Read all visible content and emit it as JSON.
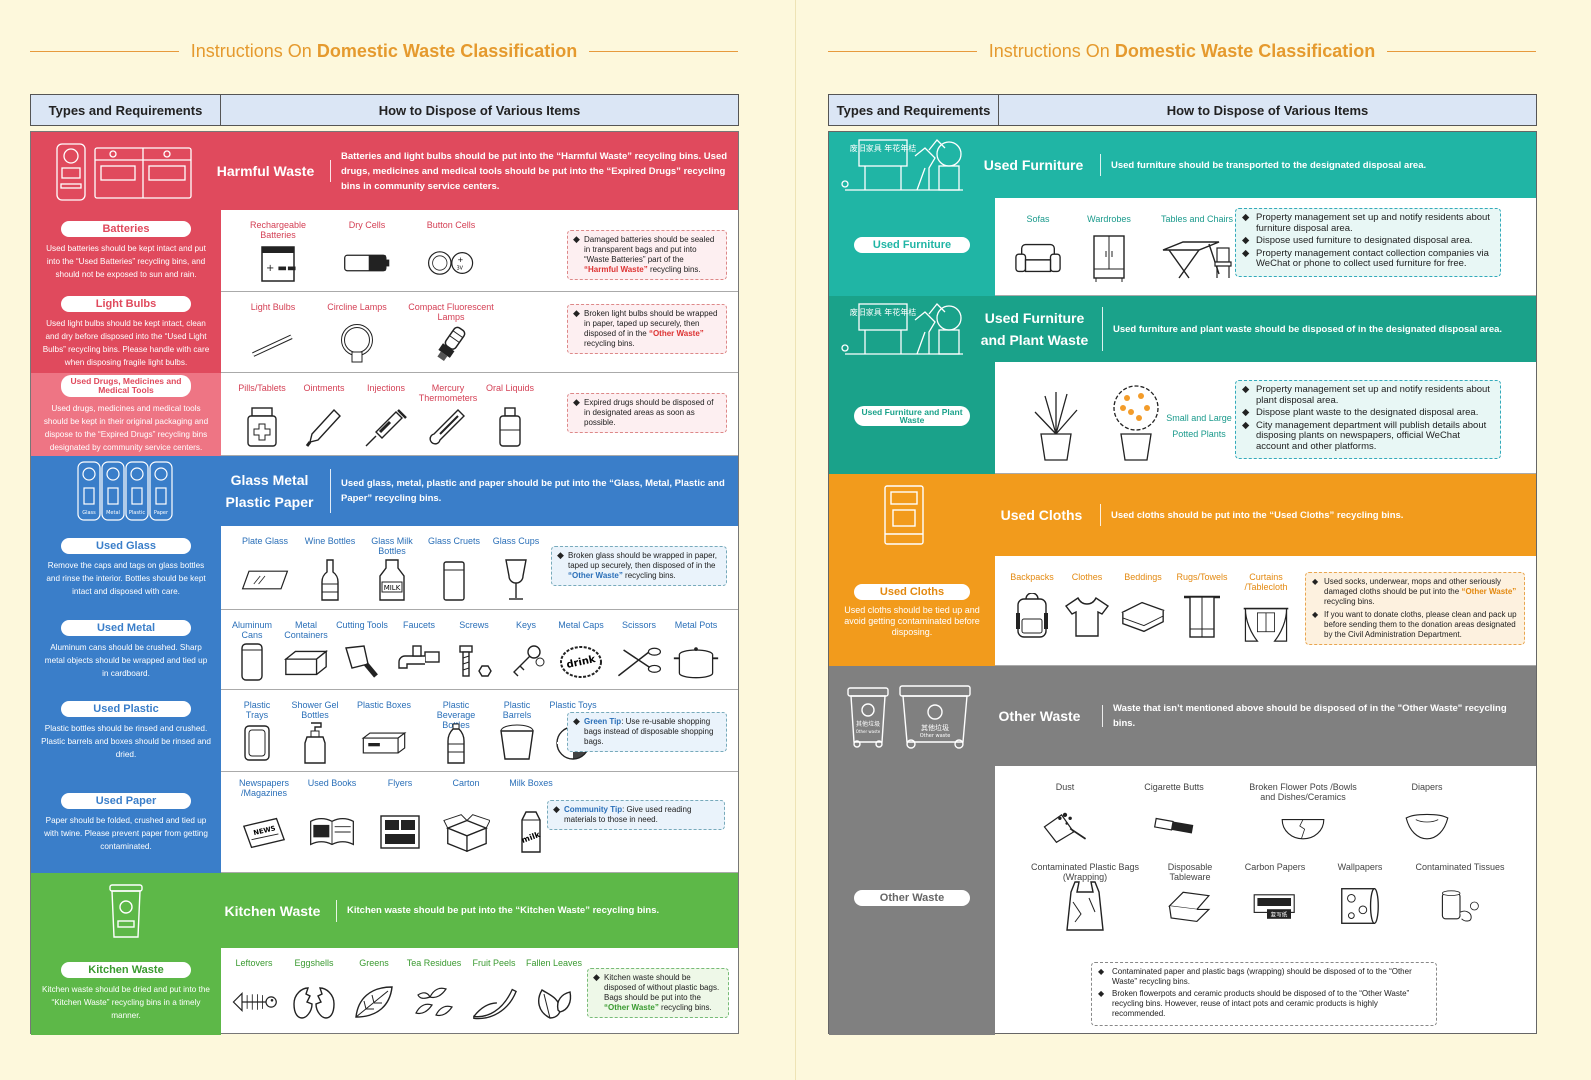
{
  "title": {
    "prefix": "Instructions On ",
    "bold": "Domestic Waste Classification"
  },
  "header": {
    "col1": "Types and Requirements",
    "col2": "How to Dispose of Various Items"
  },
  "left": {
    "harmful": {
      "name": "Harmful Waste",
      "desc": "Batteries and light bulbs should be put into the “Harmful Waste” recycling bins. Used drugs, medicines and medical tools should be put into the “Expired Drugs” recycling bins in community service centers.",
      "color": "#e04a5d"
    },
    "batteries": {
      "pill": "Batteries",
      "text": "Used batteries should be kept intact and put into the “Used Batteries” recycling bins, and should not be exposed to sun and rain.",
      "items": [
        "Rechargeable Batteries",
        "Dry Cells",
        "Button Cells"
      ],
      "note_a": "Damaged batteries should be sealed in transparent bags and put into “Waste Batteries” part of the ",
      "note_hl": "“Harmful Waste”",
      "note_b": " recycling bins."
    },
    "bulbs": {
      "pill": "Light Bulbs",
      "text": "Used light bulbs should be kept intact, clean and dry before disposed into the “Used Light Bulbs” recycling bins. Please handle with care when disposing fragile light bulbs.",
      "items": [
        "Light Bulbs",
        "Circline Lamps",
        "Compact Fluorescent Lamps"
      ],
      "note_a": "Broken light bulbs should be wrapped in paper, taped up securely, then disposed of in the ",
      "note_hl": "“Other Waste”",
      "note_b": " recycling bins."
    },
    "drugs": {
      "pill": "Used Drugs, Medicines and Medical Tools",
      "text": "Used drugs, medicines and medical tools should be kept in their original packaging and dispose to the “Expired Drugs” recycling bins designated by community service centers.",
      "items": [
        "Pills/Tablets",
        "Ointments",
        "Injections",
        "Mercury Thermometers",
        "Oral Liquids"
      ],
      "note": "Expired drugs should be disposed of in designated areas as soon as possible."
    },
    "recycle": {
      "name1": "Glass Metal",
      "name2": "Plastic Paper",
      "desc": "Used glass, metal, plastic and paper should be put into the “Glass, Metal, Plastic and Paper” recycling bins.",
      "color": "#3a7ec9",
      "bins": [
        "Glass",
        "Metal",
        "Plastic",
        "Paper"
      ]
    },
    "glass": {
      "pill": "Used Glass",
      "text": "Remove the caps and tags on glass bottles and rinse the interior. Bottles should be kept intact and disposed with care.",
      "items": [
        "Plate Glass",
        "Wine Bottles",
        "Glass Milk Bottles",
        "Glass Cruets",
        "Glass Cups"
      ],
      "note_a": "Broken glass should be wrapped in paper, taped up securely, then disposed of in the ",
      "note_hl": "“Other Waste”",
      "note_b": " recycling bins.",
      "milk": "MILK"
    },
    "metal": {
      "pill": "Used Metal",
      "text": "Aluminum cans should be crushed. Sharp metal objects should be wrapped and tied up in cardboard.",
      "items": [
        "Aluminum Cans",
        "Metal Containers",
        "Cutting Tools",
        "Faucets",
        "Screws",
        "Keys",
        "Metal Caps",
        "Scissors",
        "Metal Pots"
      ],
      "cap": "drink"
    },
    "plastic": {
      "pill": "Used Plastic",
      "text": "Plastic bottles should be rinsed and crushed. Plastic barrels and boxes should be rinsed and dried.",
      "items": [
        "Plastic Trays",
        "Shower Gel Bottles",
        "Plastic Boxes",
        "Plastic Beverage Bottles",
        "Plastic Barrels",
        "Plastic Toys"
      ],
      "tip_label": "Green Tip",
      "tip": ": Use re-usable shopping bags instead of disposable shopping bags."
    },
    "paper": {
      "pill": "Used Paper",
      "text": "Paper should be folded, crushed and tied up with twine. Please prevent paper from getting contaminated.",
      "items": [
        "Newspapers /Magazines",
        "Used Books",
        "Flyers",
        "Carton",
        "Milk Boxes"
      ],
      "tip_label": "Community Tip",
      "tip": ": Give used reading materials to those in need.",
      "news": "NEWS",
      "milkbox": "milk"
    },
    "kitchen": {
      "name": "Kitchen Waste",
      "desc": "Kitchen waste should be put into the “Kitchen Waste” recycling bins.",
      "color": "#5db848"
    },
    "kitchen_sub": {
      "pill": "Kitchen Waste",
      "text": "Kitchen waste should be dried and put into the “Kitchen Waste” recycling bins in a timely manner.",
      "items": [
        "Leftovers",
        "Eggshells",
        "Greens",
        "Tea Residues",
        "Fruit Peels",
        "Fallen Leaves"
      ],
      "note_a": "Kitchen waste should be disposed of without plastic bags. Bags should be put into the ",
      "note_hl": "“Other Waste”",
      "note_b": " recycling bins."
    }
  },
  "right": {
    "furniture": {
      "name": "Used Furniture",
      "desc": "Used furniture should be transported to the designated disposal area.",
      "color": "#20b5a5",
      "sign": "废旧家具 年花年桔"
    },
    "furniture_sub": {
      "pill": "Used Furniture",
      "items": [
        "Sofas",
        "Wardrobes",
        "Tables and Chairs"
      ],
      "list": [
        "Property management set up and notify residents about furniture disposal area.",
        "Dispose used furniture to designated disposal area.",
        "Property management contact collection companies via WeChat or phone to collect used furniture for free."
      ]
    },
    "plant": {
      "name1": "Used Furniture",
      "name2": "and Plant Waste",
      "desc": "Used furniture and plant waste should be disposed of in the designated disposal area.",
      "color": "#1aa28a",
      "sign": "废旧家具 年花年桔"
    },
    "plant_sub": {
      "pill": "Used Furniture and Plant Waste",
      "items": [
        "Small and Large Potted Plants"
      ],
      "list": [
        "Property management set up and notify residents about plant disposal area.",
        "Dispose plant waste to the designated disposal area.",
        "City management department will publish details about disposing plants on newspapers, official WeChat account and other platforms."
      ]
    },
    "cloths": {
      "name": "Used Cloths",
      "desc": "Used cloths should be put into the “Used Cloths” recycling bins.",
      "color": "#f29b1c"
    },
    "cloths_sub": {
      "pill": "Used Cloths",
      "text": "Used cloths should be tied up and avoid getting contaminated before disposing.",
      "items": [
        "Backpacks",
        "Clothes",
        "Beddings",
        "Rugs/Towels",
        "Curtains /Tablecloth"
      ],
      "note1_a": "Used socks, underwear, mops and other seriously damaged cloths should be put into the ",
      "note1_hl": "“Other Waste”",
      "note1_b": " recycling bins.",
      "note2": "If you want to donate cloths, please clean and pack up before sending them to the donation areas designated by the Civil Administration Department."
    },
    "other": {
      "name": "Other Waste",
      "desc": "Waste that isn’t mentioned above should be disposed of in the \"Other Waste\" recycling bins.",
      "color": "#808080",
      "bin_label": "其他垃圾",
      "bin_sub": "Other waste"
    },
    "other_sub": {
      "pill": "Other Waste",
      "items_row1": [
        "Dust",
        "Cigarette Butts",
        "Broken Flower Pots /Bowls and Dishes/Ceramics",
        "Diapers"
      ],
      "items_row2": [
        "Contaminated Plastic Bags (Wrapping)",
        "Disposable Tableware",
        "Carbon Papers",
        "Wallpapers",
        "Contaminated Tissues"
      ],
      "carbon": "复写纸",
      "list": [
        "Contaminated paper and plastic bags (wrapping) should be disposed of to the “Other Waste” recycling bins.",
        "Broken flowerpots and ceramic products should be disposed of to the “Other Waste” recycling bins. However, reuse of intact pots and ceramic products is highly recommended."
      ]
    }
  }
}
